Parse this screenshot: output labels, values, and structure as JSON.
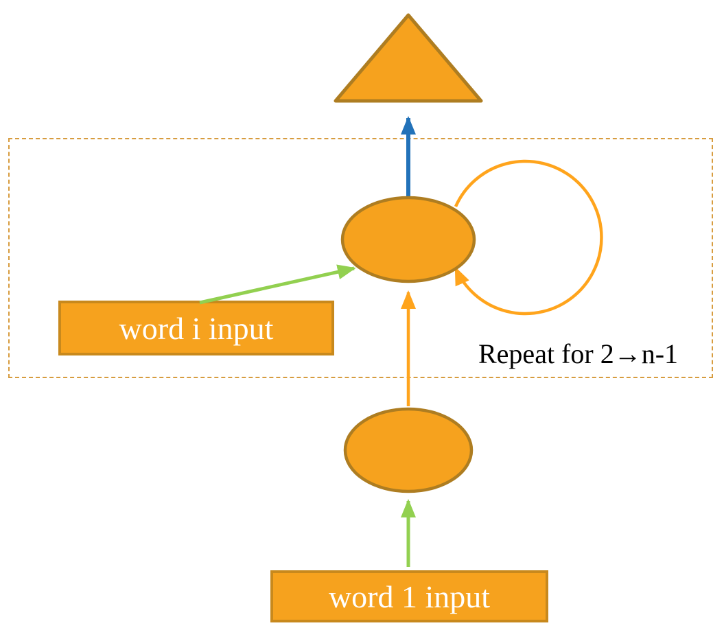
{
  "diagram": {
    "repeat_label": "Repeat for 2→n-1",
    "word_i_label": "word i input",
    "word_1_label": "word 1 input"
  },
  "colors": {
    "shape_fill": "#F6A21E",
    "shape_stroke": "#AE7D21",
    "box_stroke": "#C8891D",
    "arrow_green": "#92D050",
    "arrow_blue": "#2272B9",
    "arrow_orange": "#FFA41C",
    "dashed_border": "#D79C3F",
    "box_text": "#FFFFFF",
    "repeat_text": "#000000"
  }
}
